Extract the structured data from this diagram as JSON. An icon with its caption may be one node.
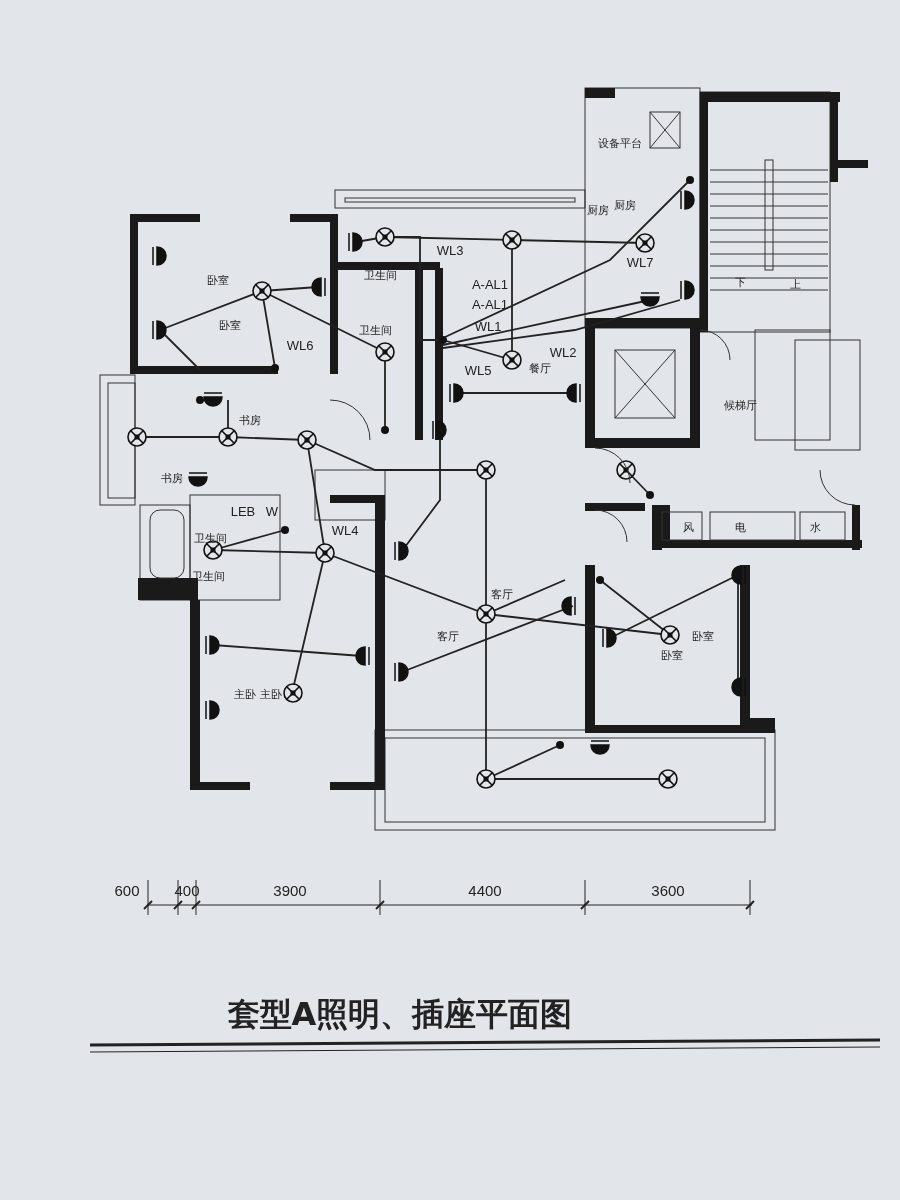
{
  "diagram": {
    "title": "套型A照明、插座平面图",
    "labels": [
      "设备平台",
      "WL3",
      "卧室",
      "卧室",
      "厨房",
      "厨房",
      "WL7",
      "卫生间",
      "A-AL1",
      "A-AL1",
      "WL1",
      "下",
      "上",
      "WL6",
      "卫生间",
      "WL5",
      "餐厅",
      "WL2",
      "候梯厅",
      "书房",
      "书房",
      "LEB",
      "W",
      "卫生间",
      "卫生间",
      "WL4",
      "风",
      "电",
      "水",
      "客厅",
      "客厅",
      "卧室",
      "卧室",
      "主卧",
      "主卧",
      "600",
      "400",
      "3900",
      "4400",
      "3600"
    ]
  }
}
